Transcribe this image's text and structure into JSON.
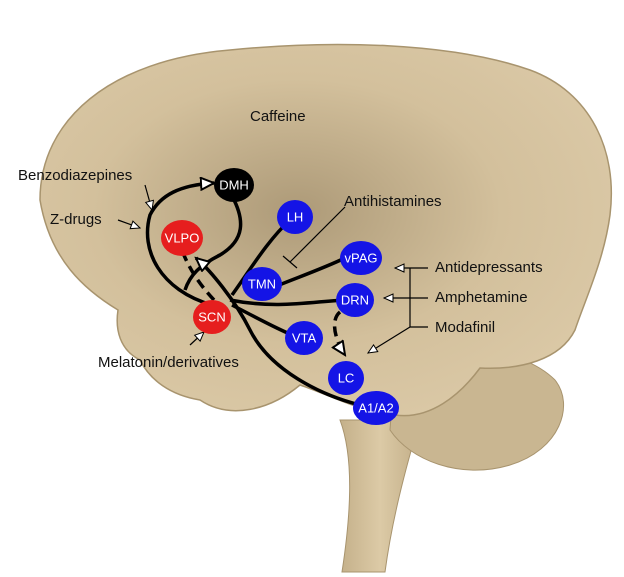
{
  "drugs": {
    "caffeine": "Caffeine",
    "benzodiazepines": "Benzodiazepines",
    "z_drugs": "Z-drugs",
    "antihistamines": "Antihistamines",
    "antidepressants": "Antidepressants",
    "amphetamine": "Amphetamine",
    "modafinil": "Modafinil",
    "melatonin": "Melatonin/derivatives"
  },
  "nodes": {
    "dmh": "DMH",
    "vlpo": "VLPO",
    "scn": "SCN",
    "lh": "LH",
    "tmn": "TMN",
    "vpag": "vPAG",
    "drn": "DRN",
    "vta": "VTA",
    "lc": "LC",
    "a1a2": "A1/A2"
  },
  "colors": {
    "brain": "#d6c3a0",
    "brain_shadow": "#b8a47e",
    "wake_node": "#1414e6",
    "sleep_node": "#e61e1e",
    "dmh_node": "#000000"
  }
}
